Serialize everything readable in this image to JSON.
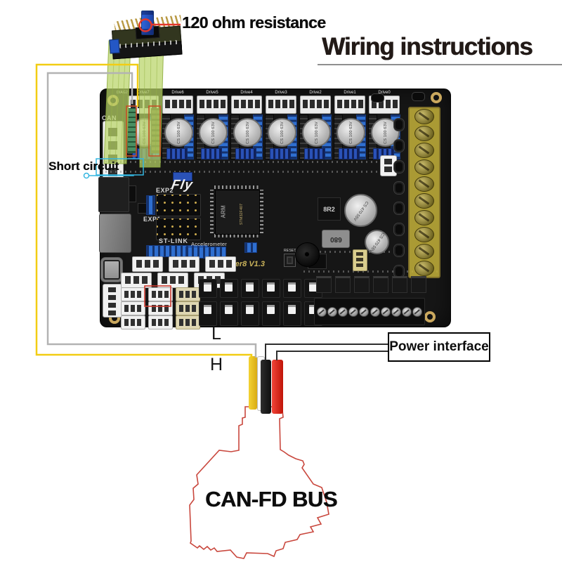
{
  "title": {
    "text": "Wiring instructions"
  },
  "annotations": {
    "resistor": "120 ohm resistance",
    "short_circuit": "Short circuit",
    "power_interface": "Power interface",
    "can_bus": "CAN-FD BUS",
    "wire_l": "L",
    "wire_h": "H"
  },
  "board": {
    "silkscreen": {
      "can": "CAN",
      "diag": "DIAG2",
      "logo": "Fly",
      "exp2": "EXP2",
      "exp1": "EXP1",
      "stlink": "ST-LINK",
      "accelerometer": "Accelerometer",
      "version": "Super8 V1.3",
      "reset": "RESET"
    },
    "drivers": [
      {
        "label": "Drive7",
        "cap": "CS 100 63V"
      },
      {
        "label": "Drive6",
        "cap": "CS 100 63V"
      },
      {
        "label": "Drive5",
        "cap": "CS 100 63V"
      },
      {
        "label": "Drive4",
        "cap": "CS 100 63V"
      },
      {
        "label": "Drive3",
        "cap": "CS 100 63V"
      },
      {
        "label": "Drive2",
        "cap": "CS 100 63V"
      },
      {
        "label": "Drive1",
        "cap": "CS 100 63V"
      },
      {
        "label": "Drive0",
        "cap": "CS 100 63V"
      }
    ],
    "components": {
      "mcu": "STM32F407",
      "mcu_brand": "ARM",
      "inductor_680": "680",
      "inductor_8r2": "8R2",
      "bulk_cap": "CS 470 55V"
    }
  },
  "colors": {
    "annotation_red": "#e2372b",
    "annotation_cyan": "#35b6e0",
    "highlight_orange": "#c75026",
    "wire_yellow": "#f2cd13",
    "wire_white": "#f5f5f5",
    "wire_black": "#1c1c1c",
    "wire_red": "#e4261c",
    "silhouette_red": "#c9473d",
    "ribbon_green": "#b8d669"
  }
}
